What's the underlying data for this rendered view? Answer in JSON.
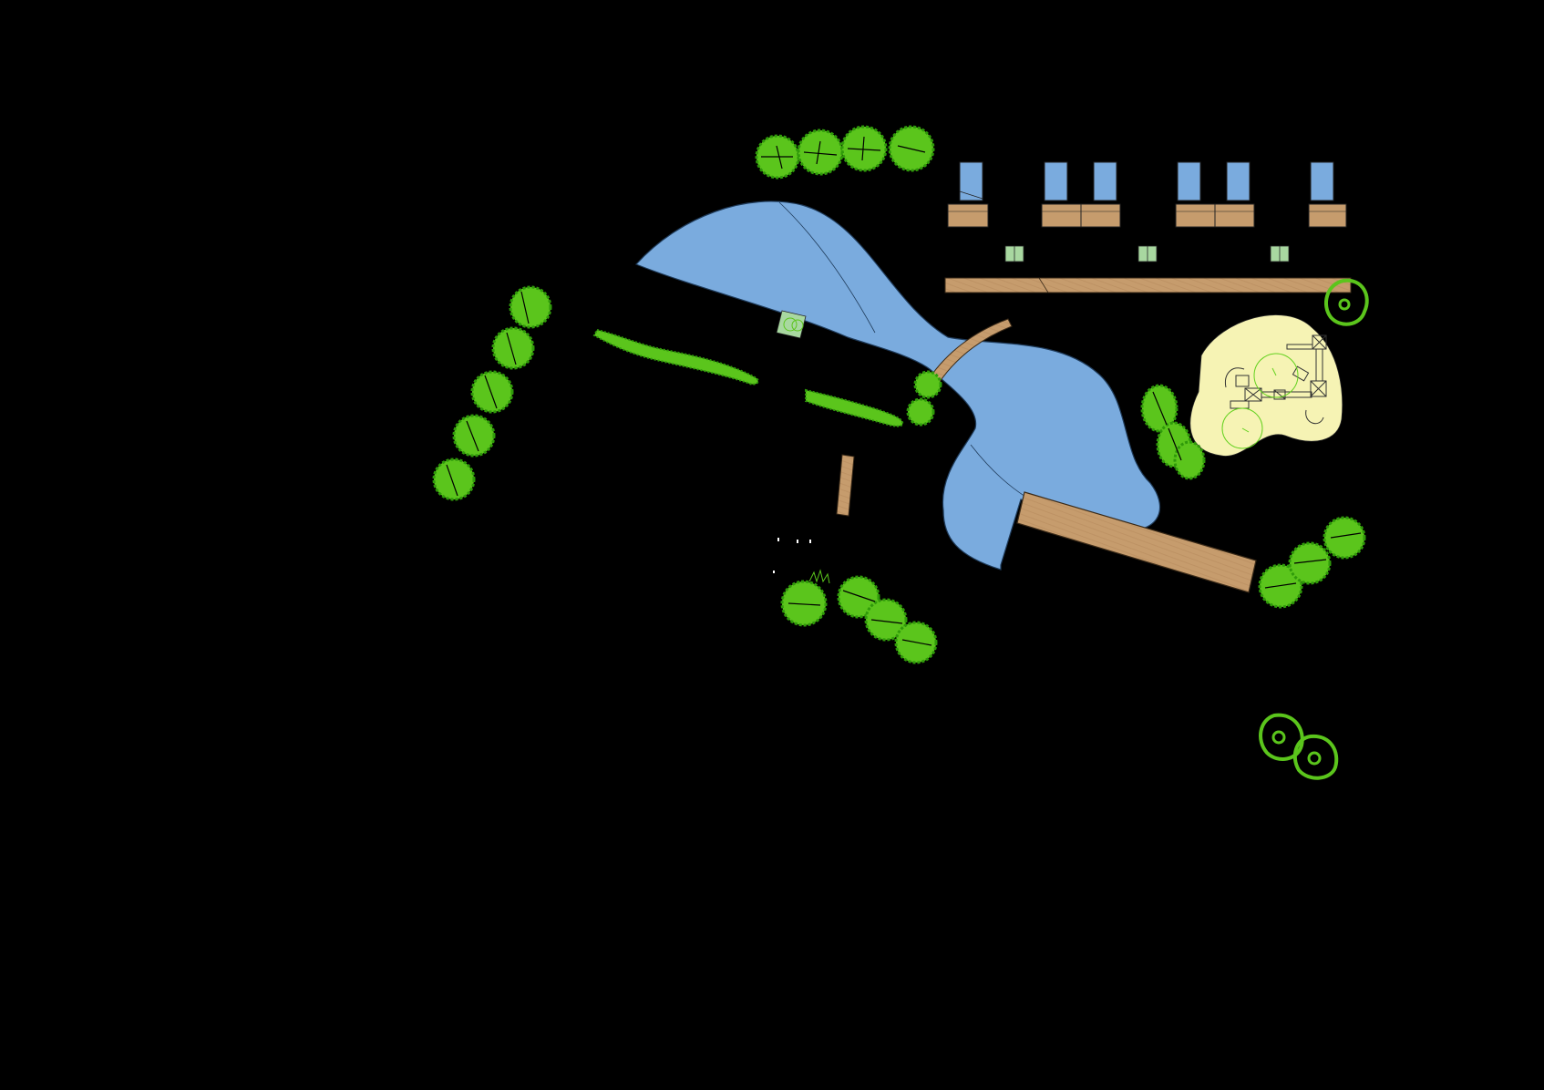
{
  "map": {
    "background_color": "#000000",
    "colors": {
      "water": "#7aabde",
      "water_edge": "#1f3b5a",
      "wood_deck": "#c69c6d",
      "tree_fill": "#5bc51c",
      "tree_edge": "#2f9a0a",
      "light_green": "#a8d8a0",
      "sand": "#f6f3b4",
      "building_blue": "#7aabde",
      "lime_outline": "#63d11e"
    },
    "features": [
      {
        "type": "pond",
        "icon": "pond-shape"
      },
      {
        "type": "boardwalk",
        "icon": "wood-deck"
      },
      {
        "type": "footbridge",
        "icon": "wood-deck"
      },
      {
        "type": "promenade",
        "icon": "wood-deck"
      },
      {
        "type": "cabins",
        "icon": "cabin-icon"
      },
      {
        "type": "playground",
        "icon": "play-structure-icon"
      },
      {
        "type": "trees",
        "icon": "tree-icon"
      },
      {
        "type": "hedges",
        "icon": "hedge-icon"
      }
    ]
  }
}
